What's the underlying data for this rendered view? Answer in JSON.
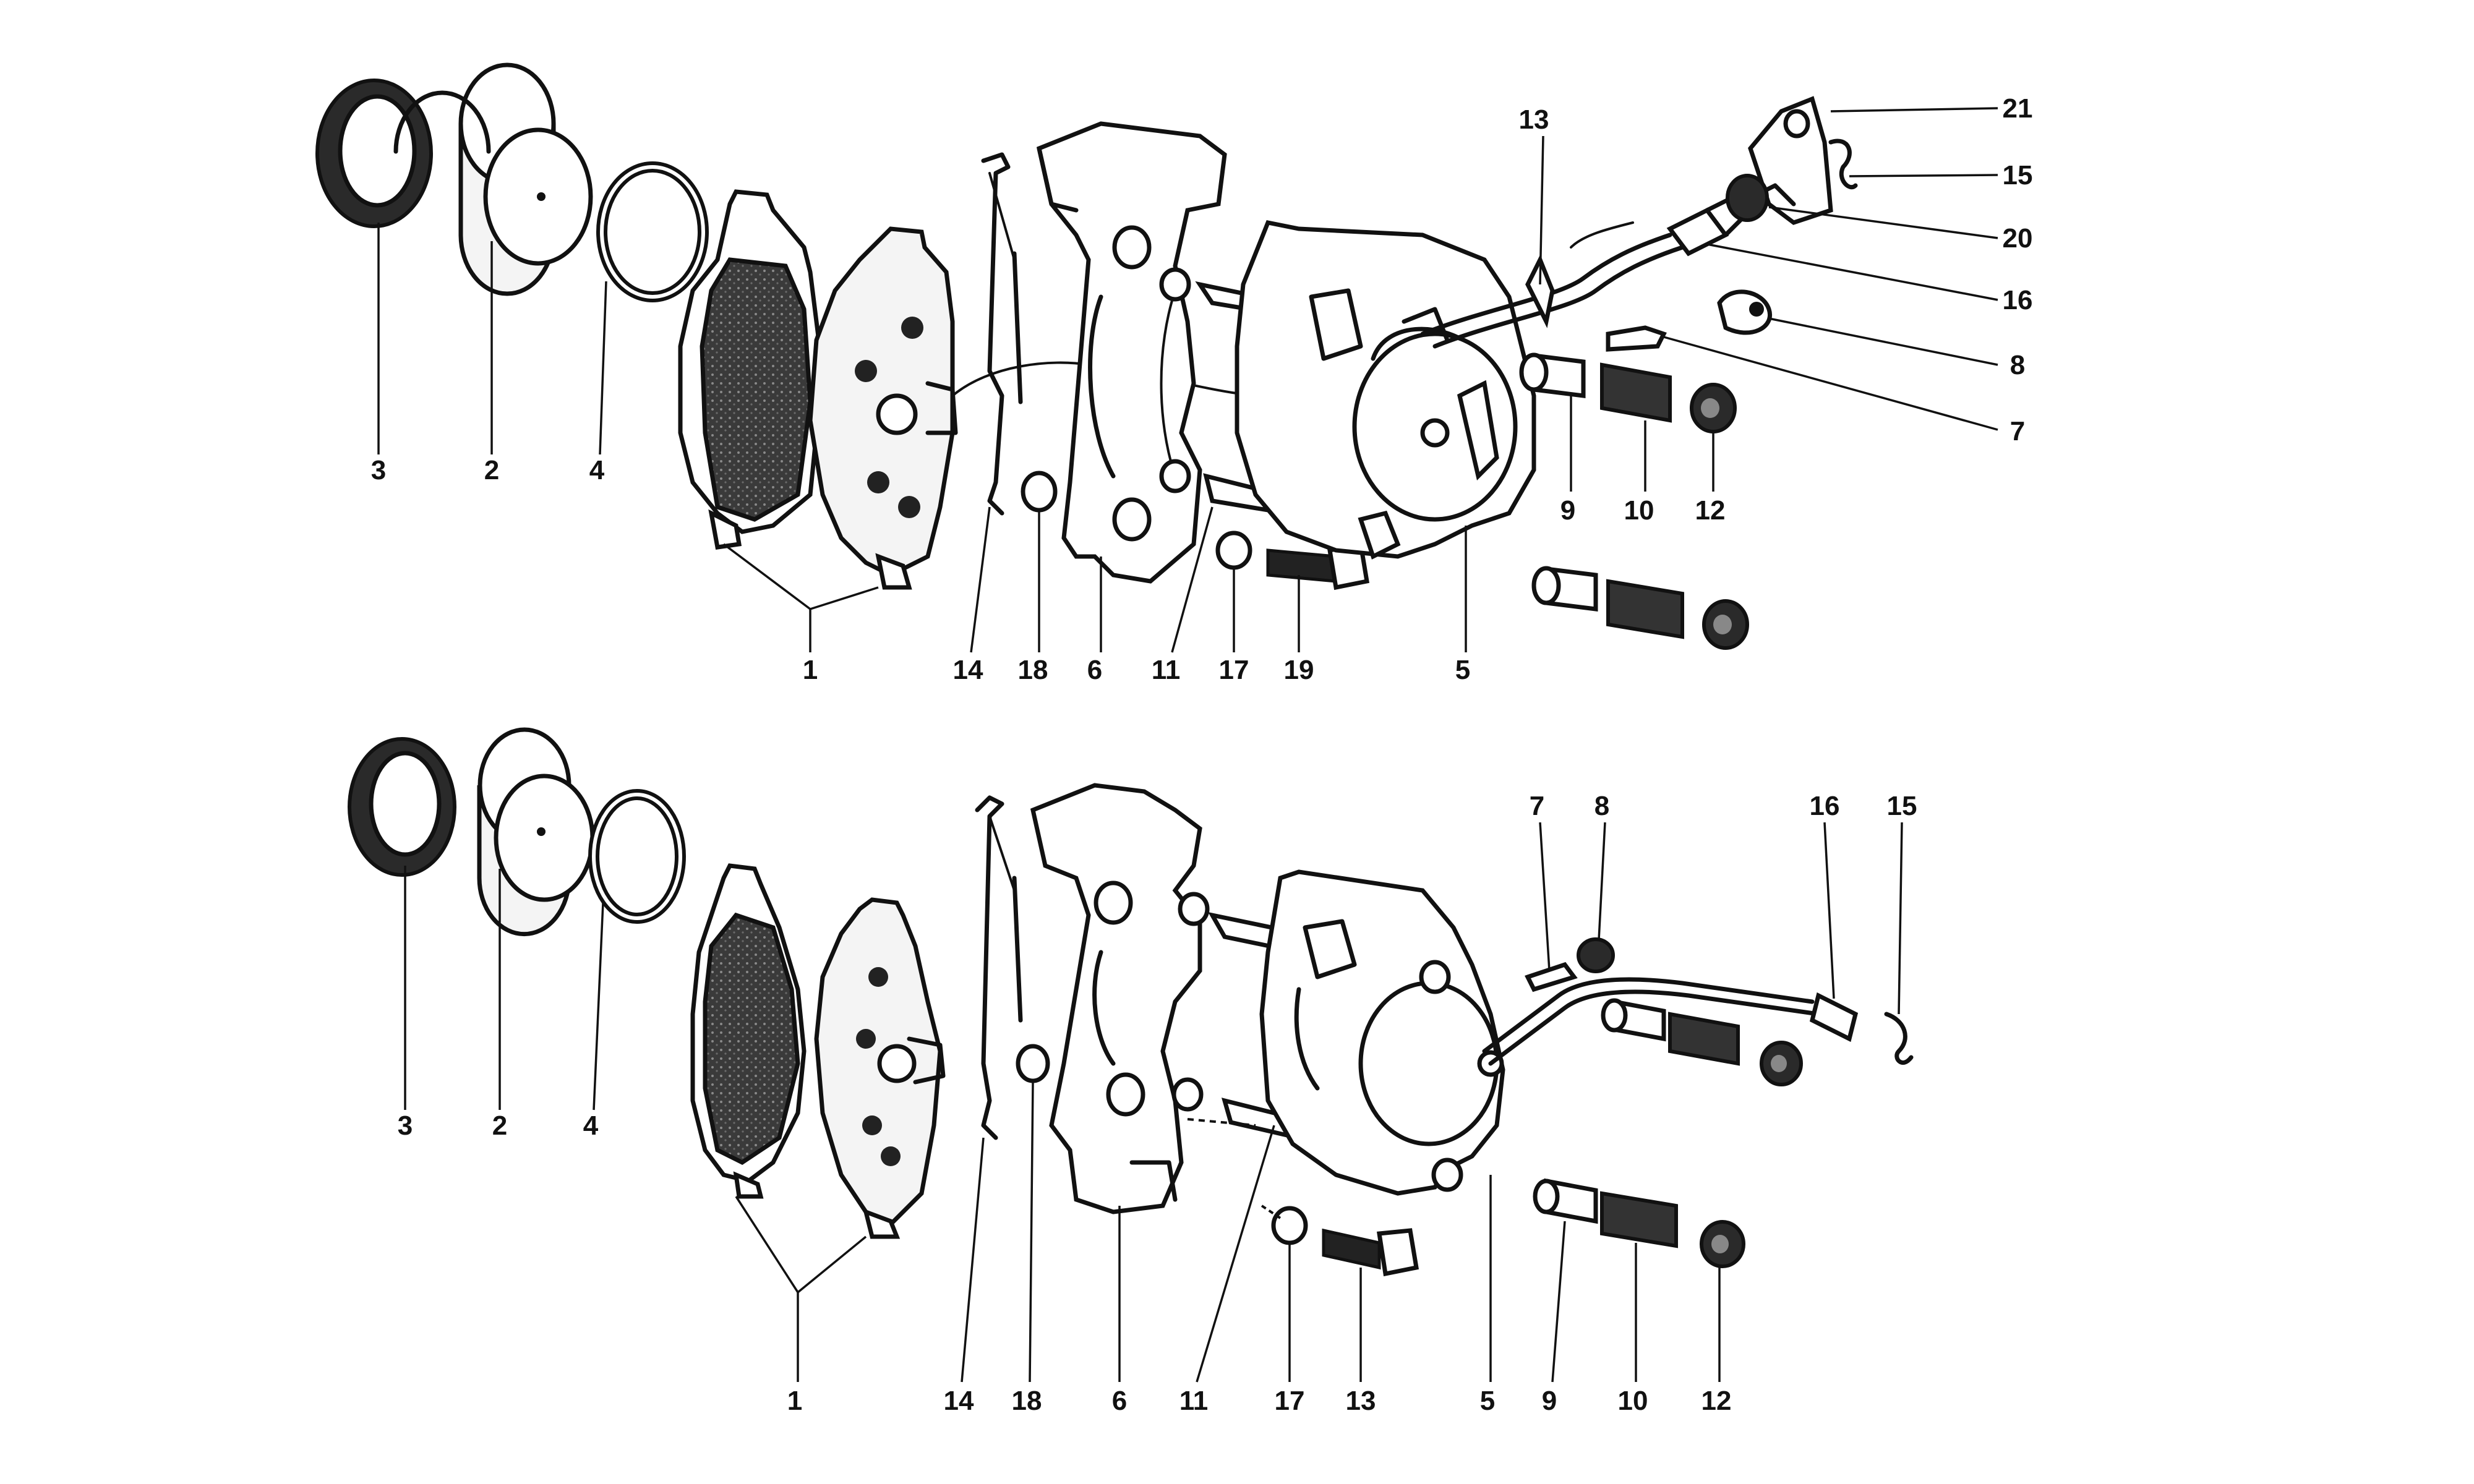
{
  "upper_assembly": {
    "callouts": {
      "c3": "3",
      "c2": "2",
      "c4": "4",
      "c1": "1",
      "c14": "14",
      "c18": "18",
      "c6": "6",
      "c11": "11",
      "c17": "17",
      "c19": "19",
      "c5": "5",
      "c13": "13",
      "c9": "9",
      "c10": "10",
      "c12": "12",
      "c21": "21",
      "c15": "15",
      "c20": "20",
      "c16": "16",
      "c8": "8",
      "c7": "7"
    }
  },
  "lower_assembly": {
    "callouts": {
      "c3": "3",
      "c2": "2",
      "c4": "4",
      "c1": "1",
      "c14": "14",
      "c18": "18",
      "c6": "6",
      "c11": "11",
      "c17": "17",
      "c13": "13",
      "c5": "5",
      "c9": "9",
      "c10": "10",
      "c12": "12",
      "c7": "7",
      "c8": "8",
      "c16": "16",
      "c15": "15"
    }
  }
}
